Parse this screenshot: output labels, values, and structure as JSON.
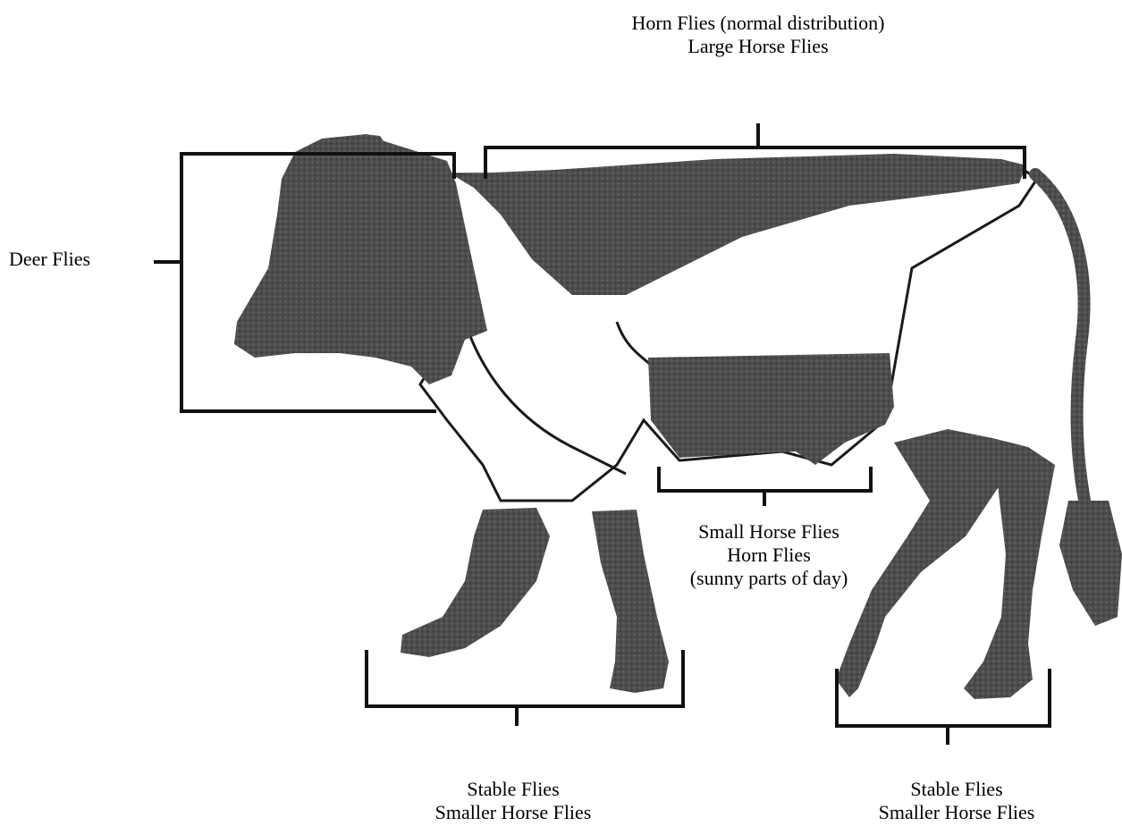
{
  "colors": {
    "body_dark": "#4d4d4d",
    "body_light": "#ffffff",
    "outline": "#1a1a1a",
    "bracket": "#111111",
    "text": "#000000"
  },
  "regions": [
    {
      "id": "back",
      "lines": [
        "Horn Flies (normal distribution)",
        "Large Horse Flies"
      ]
    },
    {
      "id": "head",
      "lines": [
        "Deer Flies"
      ]
    },
    {
      "id": "belly",
      "lines": [
        "Small Horse Flies",
        "Horn Flies",
        "(sunny parts of day)"
      ]
    },
    {
      "id": "front-legs",
      "lines": [
        "Stable Flies",
        "Smaller Horse Flies"
      ]
    },
    {
      "id": "hind-legs",
      "lines": [
        "Stable Flies",
        "Smaller Horse Flies"
      ]
    }
  ]
}
